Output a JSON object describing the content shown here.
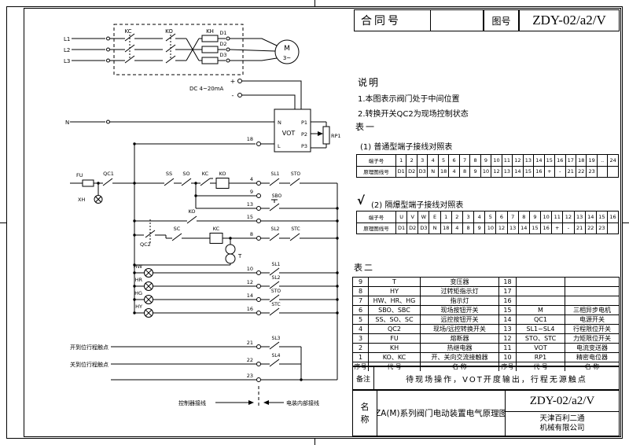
{
  "header": {
    "contract_label": "合同号",
    "contract_value": "",
    "drawing_label": "图号",
    "drawing_number": "ZDY-02/a2/V"
  },
  "notes": {
    "heading": "说明",
    "line1": "1.本图表示阀门处于中间位置",
    "line2": "2.转换开关QC2为现场控制状态"
  },
  "table1": {
    "heading": "表一",
    "normal": {
      "caption": "(1) 普通型端子接线对照表",
      "terminal_header": "端子号",
      "line_header": "原理图线号",
      "terminals": [
        "1",
        "2",
        "3",
        "4",
        "5",
        "6",
        "7",
        "8",
        "9",
        "10",
        "11",
        "12",
        "13",
        "14",
        "15",
        "16",
        "17",
        "18",
        "19",
        "..",
        "24"
      ],
      "lines": [
        "D1",
        "D2",
        "D3",
        "N",
        "18",
        "4",
        "8",
        "9",
        "10",
        "12",
        "13",
        "14",
        "15",
        "16",
        "+",
        "-",
        "21",
        "22",
        "23",
        "",
        ""
      ]
    },
    "explosion": {
      "check": "√",
      "caption": "(2) 隔爆型端子接线对照表",
      "terminal_header": "端子号",
      "line_header": "原理图线号",
      "terminals": [
        "U",
        "V",
        "W",
        "E",
        "1",
        "2",
        "3",
        "4",
        "5",
        "6",
        "7",
        "8",
        "9",
        "10",
        "11",
        "12",
        "13",
        "14",
        "15",
        "16"
      ],
      "lines": [
        "D1",
        "D2",
        "D3",
        "N",
        "18",
        "4",
        "8",
        "9",
        "10",
        "12",
        "13",
        "14",
        "15",
        "16",
        "+",
        "-",
        "21",
        "22",
        "23",
        ""
      ]
    }
  },
  "table2": {
    "heading": "表二",
    "rows": [
      {
        "c1": "9",
        "c2": "T",
        "c3": "变压器",
        "c4": "18",
        "c5": "",
        "c6": ""
      },
      {
        "c1": "8",
        "c2": "HY",
        "c3": "过转矩指示灯",
        "c4": "17",
        "c5": "",
        "c6": ""
      },
      {
        "c1": "7",
        "c2": "HW、HR、HG",
        "c3": "指示灯",
        "c4": "16",
        "c5": "",
        "c6": ""
      },
      {
        "c1": "6",
        "c2": "SBO、SBC",
        "c3": "现场按钮开关",
        "c4": "15",
        "c5": "M",
        "c6": "三相异步电机"
      },
      {
        "c1": "5",
        "c2": "SS、SO、SC",
        "c3": "远控按钮开关",
        "c4": "14",
        "c5": "QC1",
        "c6": "电源开关"
      },
      {
        "c1": "4",
        "c2": "QC2",
        "c3": "现场/远控转换开关",
        "c4": "13",
        "c5": "SL1~SL4",
        "c6": "行程限位开关"
      },
      {
        "c1": "3",
        "c2": "FU",
        "c3": "熔断器",
        "c4": "12",
        "c5": "STO、STC",
        "c6": "力矩限位开关"
      },
      {
        "c1": "2",
        "c2": "KH",
        "c3": "热继电器",
        "c4": "11",
        "c5": "VOT",
        "c6": "电流变送器"
      },
      {
        "c1": "1",
        "c2": "KO、KC",
        "c3": "开、关向交流接触器",
        "c4": "10",
        "c5": "RP1",
        "c6": "精密电位器"
      },
      {
        "c1": "序号",
        "c2": "代 号",
        "c3": "名 称",
        "c4": "序号",
        "c5": "代 号",
        "c6": "名 称"
      }
    ]
  },
  "remarks": {
    "label": "备注",
    "text": "待现场操作，VOT开度输出，行程无源触点"
  },
  "footer": {
    "name_label_1": "名",
    "name_label_2": "称",
    "title": "ZA(M)系列阀门电动装置电气原理图",
    "drawing_number": "ZDY-02/a2/V",
    "company_line1": "天津百利二通",
    "company_line2": "机械有限公司"
  },
  "circuit": {
    "l1": "L1",
    "l2": "L2",
    "l3": "L3",
    "kc": "KC",
    "ko": "KO",
    "kh": "KH",
    "d1": "D1",
    "d2": "D2",
    "d3": "D3",
    "motor_m": "M",
    "motor_ph": "3~",
    "dc": "DC 4~20mA",
    "plus": "+",
    "minus": "-",
    "n": "N",
    "n18": "18",
    "vot": "VOT",
    "vot_n": "N",
    "vot_l": "L",
    "p1": "P1",
    "p2": "P2",
    "p3": "P3",
    "rp1": "RP1",
    "fu": "FU",
    "xh": "XH",
    "qc1": "QC1",
    "qc2": "QC2",
    "ss": "SS",
    "so": "SO",
    "sc": "SC",
    "sbo": "SBO",
    "kc_coil": "KC",
    "ko_coil": "KO",
    "ko_aux": "KO",
    "t": "T",
    "hw": "HW",
    "hr": "HR",
    "hg": "HG",
    "hy": "HY",
    "t4": "4",
    "t8": "8",
    "t9": "9",
    "t13": "13",
    "t15": "15",
    "t10": "10",
    "t12": "12",
    "t14": "14",
    "t16": "16",
    "t21": "21",
    "t22": "22",
    "t23": "23",
    "sl1": "SL1",
    "sl2": "SL2",
    "sl3": "SL3",
    "sl4": "SL4",
    "sto": "STO",
    "stc": "STC",
    "open_label": "开到位行程触点",
    "close_label": "关到位行程触点",
    "controller": "控制器接线",
    "internal": "电装内部接线"
  }
}
